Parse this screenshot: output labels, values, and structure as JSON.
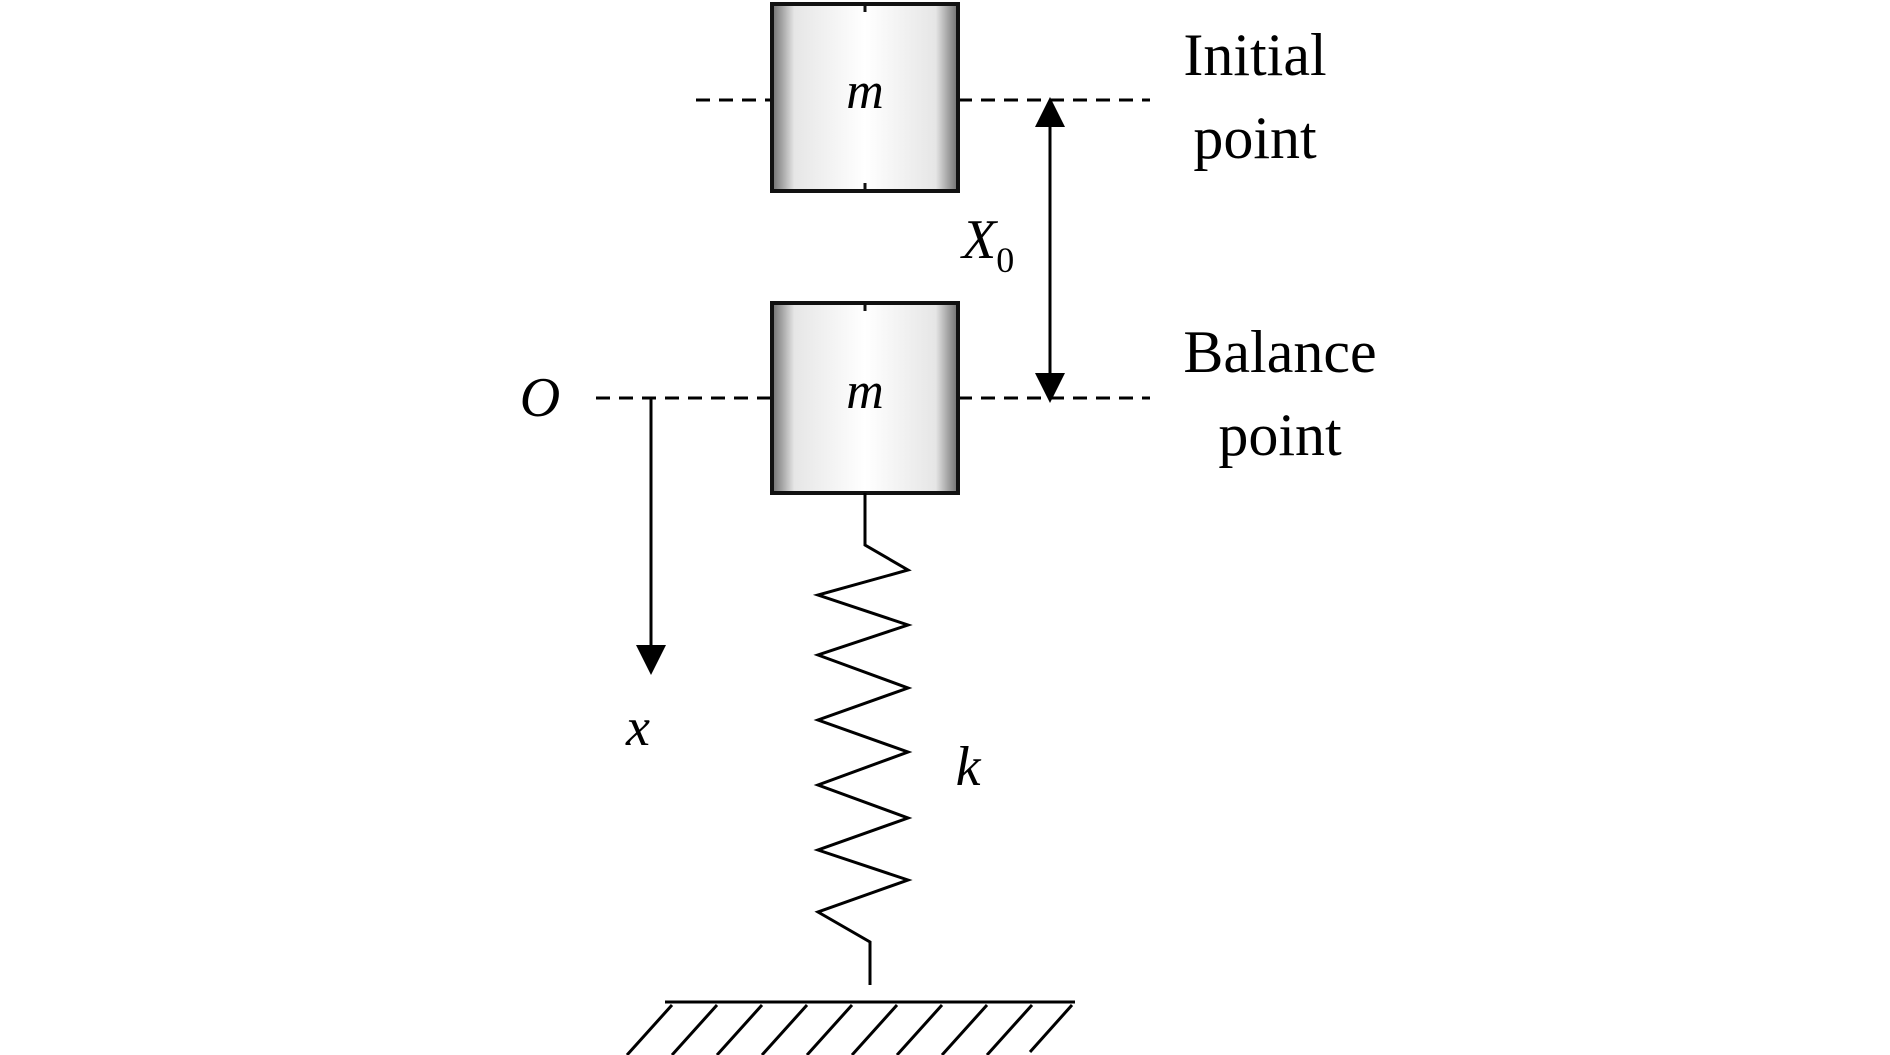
{
  "diagram": {
    "mass_top_label": "m",
    "mass_bottom_label": "m",
    "initial_point_line1": "Initial",
    "initial_point_line2": "point",
    "balance_point_line1": "Balance",
    "balance_point_line2": "point",
    "displacement_symbol": "X",
    "displacement_subscript": "0",
    "origin_label": "O",
    "axis_label": "x",
    "spring_label": "k"
  }
}
